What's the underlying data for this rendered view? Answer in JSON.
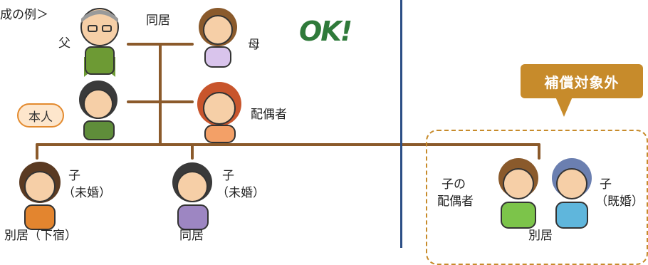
{
  "heading_fragment": "成の例＞",
  "labels": {
    "father": "父",
    "cohabit_top": "同居",
    "mother": "母",
    "honnin": "本人",
    "spouse": "配偶者",
    "child1_line1": "子",
    "child1_line2": "（未婚）",
    "child2_line1": "子",
    "child2_line2": "（未婚）",
    "child_spouse_line1": "子の",
    "child_spouse_line2": "配偶者",
    "child3_line1": "子",
    "child3_line2": "（既婚）",
    "status_separate_lodging": "別居（下宿）",
    "status_cohabit": "同居",
    "status_separate": "別居"
  },
  "ok_mark": "OK!",
  "callout": "補償対象外",
  "colors": {
    "tree_line": "#8b5a2b",
    "divider": "#2c4f86",
    "callout_bg": "#c78b2b",
    "honnin_border": "#e38a2e",
    "honnin_bg": "#fde6cc",
    "ok_green": "#2f7a3a"
  }
}
